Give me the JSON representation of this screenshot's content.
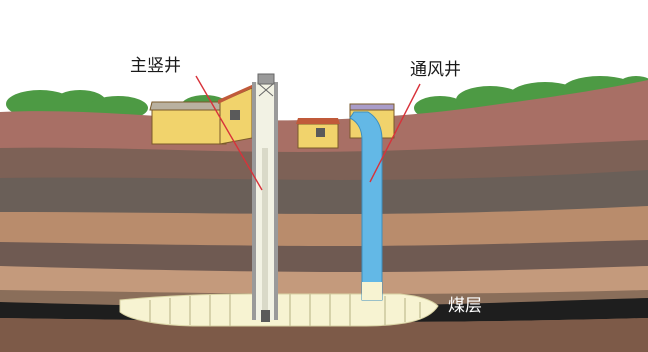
{
  "labels": {
    "main_shaft": "主竖井",
    "ventilation_shaft": "通风井",
    "coal_seam": "煤层"
  },
  "colors": {
    "sky": "#ffffff",
    "topsoil": "#a86f65",
    "rock_brown": "#7d6156",
    "rock_gray": "#6a5f58",
    "rock_tan": "#b98c6c",
    "rock_light": "#c49a7c",
    "coal": "#1e1e1e",
    "shaft_gray": "#c9c9c9",
    "vent_blue": "#63b8e6",
    "tunnel_cream": "#f7f3d2",
    "tree_green": "#4d9a44",
    "building_yellow": "#f1d36c",
    "annotation_red": "#d8323a"
  }
}
